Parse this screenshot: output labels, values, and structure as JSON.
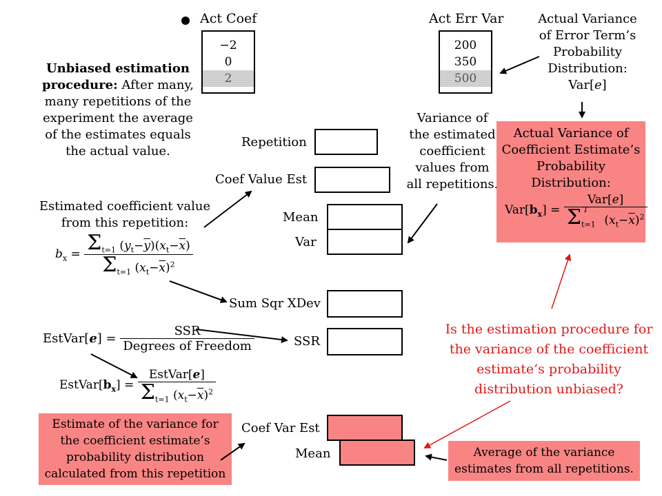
{
  "top": {
    "act_coef_label": "Act Coef",
    "act_coef_values": [
      "−2",
      "0",
      "2"
    ],
    "act_coef_selected": 2,
    "act_err_var_label": "Act Err Var",
    "act_err_var_values": [
      "200",
      "350",
      "500"
    ],
    "act_err_var_selected": 2
  },
  "actual_variance_note": {
    "lines": [
      "Actual Variance",
      "of Error Term’s",
      "Probability",
      "Distribution:",
      "Var[e]"
    ]
  },
  "unbiased_note": {
    "title": "Unbiased estimation",
    "title2": "procedure:",
    "lines": [
      "After many,",
      "many repetitions of the",
      "experiment the average",
      "of the estimates equals",
      "the actual value."
    ]
  },
  "fields": {
    "repetition": "Repetition",
    "coef_value_est": "Coef Value Est",
    "mean": "Mean",
    "var": "Var",
    "sum_sqr_xdev": "Sum Sqr XDev",
    "ssr": "SSR",
    "coef_var_est": "Coef Var Est",
    "mean2": "Mean"
  },
  "variance_note": {
    "lines": [
      "Variance of",
      "the estimated",
      "coefficient",
      "values from",
      "all repetitions."
    ]
  },
  "actual_coef_var_box": {
    "lines": [
      "Actual Variance of",
      "Coefficient Estimate’s",
      "Probability",
      "Distribution:"
    ],
    "formula_lhs": "Var[b",
    "formula_num": "Var[e]",
    "formula_den": "(x",
    "sum_sub": "t=1",
    "sum_sup": "T"
  },
  "estimated_coef_note": {
    "lines": [
      "Estimated coefficient value",
      "from this repetition:"
    ]
  },
  "estvar_e": {
    "lhs": "EstVar[e] =",
    "num": "SSR",
    "den": "Degrees of Freedom"
  },
  "estvar_b": {
    "lhs": "EstVar[b",
    "num": "EstVar[e]"
  },
  "question": {
    "lines": [
      "Is the estimation procedure for",
      "the variance of the coefficient",
      "estimate’s probability",
      "distribution unbiased?"
    ]
  },
  "estimate_variance_box": {
    "lines": [
      "Estimate of the variance for",
      "the coefficient estimate’s",
      "probability distribution",
      "calculated from this repetition"
    ]
  },
  "average_box": {
    "lines": [
      "Average of the variance",
      "estimates from all repetitions."
    ]
  },
  "colors": {
    "pink": "#f98484",
    "red_text": "#e01818"
  }
}
